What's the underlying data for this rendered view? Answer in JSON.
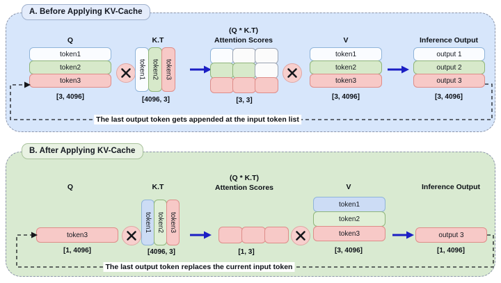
{
  "diagram": {
    "title": "KV-Cache attention computation before and after caching",
    "colors": {
      "panel_a_bg": "#d7e6fb",
      "panel_b_bg": "#d9ead1",
      "token_blue": "#fafcff",
      "token_blue_filled": "#ccdcf5",
      "token_green": "#d7e9ca",
      "token_pink": "#f7c9c7",
      "token_white": "#fbfbfb",
      "arrow_blue": "#1b1fc4",
      "multiply_circle": "#f7cfcd",
      "panel_border": "#8a93a8"
    }
  },
  "panels": [
    {
      "id": "panel-a",
      "badge": "A. Before Applying KV-Cache",
      "loop_caption": "The last output token gets appended at the input token list",
      "stages": [
        {
          "name": "q",
          "title": "Q",
          "title_sub": "",
          "dim": "[3, 4096]",
          "items": [
            "token1",
            "token2",
            "token3"
          ]
        },
        {
          "name": "kt",
          "title": "K.T",
          "title_sub": "",
          "dim": "[4096, 3]",
          "items": [
            "token1",
            "token2",
            "token3"
          ]
        },
        {
          "name": "attention-scores",
          "title": "(Q * K.T)",
          "title_sub": "Attention Scores",
          "dim": "[3, 3]",
          "items": []
        },
        {
          "name": "v",
          "title": "V",
          "title_sub": "",
          "dim": "[3, 4096]",
          "items": [
            "token1",
            "token2",
            "token3"
          ]
        },
        {
          "name": "inference-output",
          "title": "Inference Output",
          "title_sub": "",
          "dim": "[3, 4096]",
          "items": [
            "output 1",
            "output 2",
            "output 3"
          ]
        }
      ]
    },
    {
      "id": "panel-b",
      "badge": "B. After Applying KV-Cache",
      "loop_caption": "The last output token replaces the current input token",
      "stages": [
        {
          "name": "q",
          "title": "Q",
          "title_sub": "",
          "dim": "[1, 4096]",
          "items": [
            "token3"
          ]
        },
        {
          "name": "kt",
          "title": "K.T",
          "title_sub": "",
          "dim": "[4096, 3]",
          "items": [
            "token1",
            "token2",
            "token3"
          ]
        },
        {
          "name": "attention-scores",
          "title": "(Q * K.T)",
          "title_sub": "Attention Scores",
          "dim": "[1, 3]",
          "items": []
        },
        {
          "name": "v",
          "title": "V",
          "title_sub": "",
          "dim": "[3, 4096]",
          "items": [
            "token1",
            "token2",
            "token3"
          ]
        },
        {
          "name": "inference-output",
          "title": "Inference Output",
          "title_sub": "",
          "dim": "[1, 4096]",
          "items": [
            "output 3"
          ]
        }
      ]
    }
  ]
}
